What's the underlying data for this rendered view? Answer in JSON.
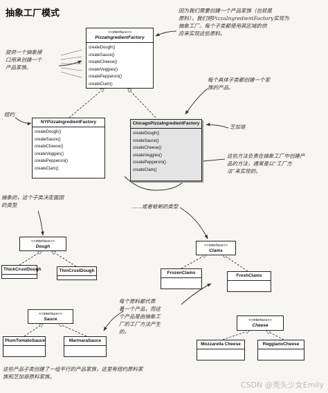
{
  "title": "抽象工厂模式",
  "watermark": "CSDN @秃头少女Emily",
  "boxes": {
    "pizza_ingredient_factory": {
      "stereotype": "<<interface>>",
      "name": "PizzaIngredientFactory",
      "methods": [
        "createDough()",
        "createSauce()",
        "createCheese()",
        "createVeggies()",
        "createPepperoni()",
        "createClam()"
      ]
    },
    "ny_factory": {
      "name": "NYPizzaIngredientFactory",
      "methods": [
        "createDough()",
        "createSauce()",
        "createCheese()",
        "createVeggies()",
        "createPepperoni()",
        "createClam()"
      ]
    },
    "chicago_factory": {
      "name": "ChicagoPizzaIngredientFactory",
      "methods": [
        "createDough()",
        "createSauce()",
        "createCheese()",
        "createVeggies()",
        "createPepperoni()",
        "createClam()"
      ]
    },
    "dough": {
      "stereotype": "<<interface>>",
      "name": "Dough"
    },
    "thick_crust": {
      "name": "ThickCrustDough"
    },
    "thin_crust": {
      "name": "ThinCrustDough"
    },
    "clams": {
      "stereotype": "<<interface>>",
      "name": "Clams"
    },
    "frozen_clams": {
      "name": "FrozenClams"
    },
    "fresh_clams": {
      "name": "FreshClams"
    },
    "sauce": {
      "stereotype": "<<interface>>",
      "name": "Sauce"
    },
    "plum_tomato": {
      "name": "PlumTomatoSauce"
    },
    "marinara": {
      "name": "MarinaraSauce"
    },
    "cheese": {
      "stereotype": "<<interface>>",
      "name": "Cheese"
    },
    "mozzarella": {
      "name": "Mozzarella Cheese"
    },
    "reggiano": {
      "name": "ReggianoCheese"
    }
  },
  "notes": {
    "top_right": "因为我们需要创建一个产品家族（也就是\n原料），我们把PizzaIngredientFactory实现为\n抽象工厂。每个子类都使用其区域的供\n应来实现这些原料。",
    "left_interface": "提供一个抽象接\n口用来创建一个\n产品家族。",
    "right_family": "每个具体子类都创建一个家\n族的产品。",
    "ny": "纽约",
    "chicago": "芝加哥",
    "factory_method": "这些方法负责在抽象工厂中创建产\n品的方法，通常是以“工厂方\n法”来实现的。",
    "left_type": "抽象的，这个子类决定面团\n的类型",
    "product_family": "……或者蛤蜊的类型",
    "middle": "每个原料都代表\n着一个产品，而这\n个产品是由抽象工\n厂的工厂方法产生\n的。",
    "bottom": "这些产品子类创建了一组平行的产品家族，这里有纽约原料家\n族和芝加哥原料家族。"
  }
}
